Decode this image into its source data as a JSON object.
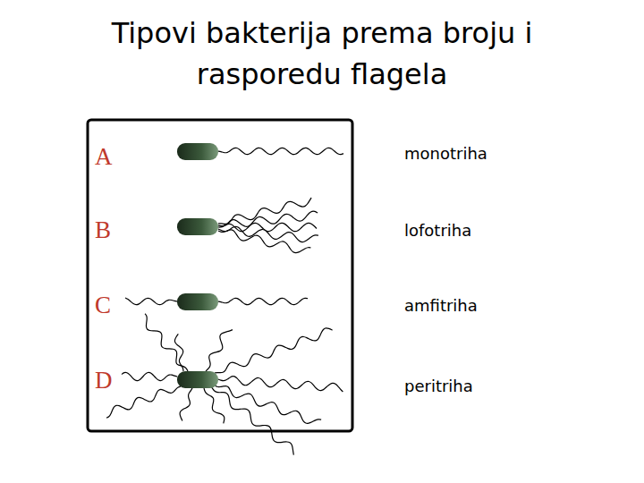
{
  "diagram": {
    "title": "Tipovi bakterija prema broju i rasporedu flagela",
    "labels": [
      "A",
      "monotriha",
      "B",
      "lofotriha",
      "C",
      "amfitriha",
      "D",
      "peritriha"
    ]
  }
}
